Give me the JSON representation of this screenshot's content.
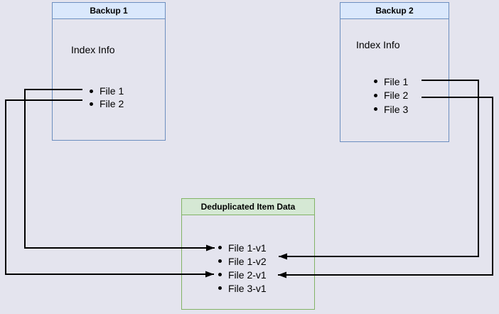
{
  "diagram": {
    "backup1": {
      "title": "Backup 1",
      "section_label": "Index Info",
      "files": [
        "File 1",
        "File 2"
      ]
    },
    "backup2": {
      "title": "Backup 2",
      "section_label": "Index Info",
      "files": [
        "File 1",
        "File 2",
        "File 3"
      ]
    },
    "dedup": {
      "title": "Deduplicated Item Data",
      "items": [
        "File 1-v1",
        "File 1-v2",
        "File 2-v1",
        "File 3-v1"
      ]
    },
    "connections": [
      {
        "from": "Backup 1 / File 1",
        "to": "File 1-v1"
      },
      {
        "from": "Backup 1 / File 2",
        "to": "File 2-v1"
      },
      {
        "from": "Backup 2 / File 1",
        "to": "File 1-v2"
      },
      {
        "from": "Backup 2 / File 2",
        "to": "File 2-v1"
      }
    ],
    "colors": {
      "background": "#e4e4ee",
      "blue_fill": "#dae8fc",
      "blue_border": "#6c8ebf",
      "green_fill": "#d5e8d4",
      "green_border": "#82b366",
      "line": "#000000",
      "text": "#000000"
    },
    "bullet_glyph": "•"
  }
}
